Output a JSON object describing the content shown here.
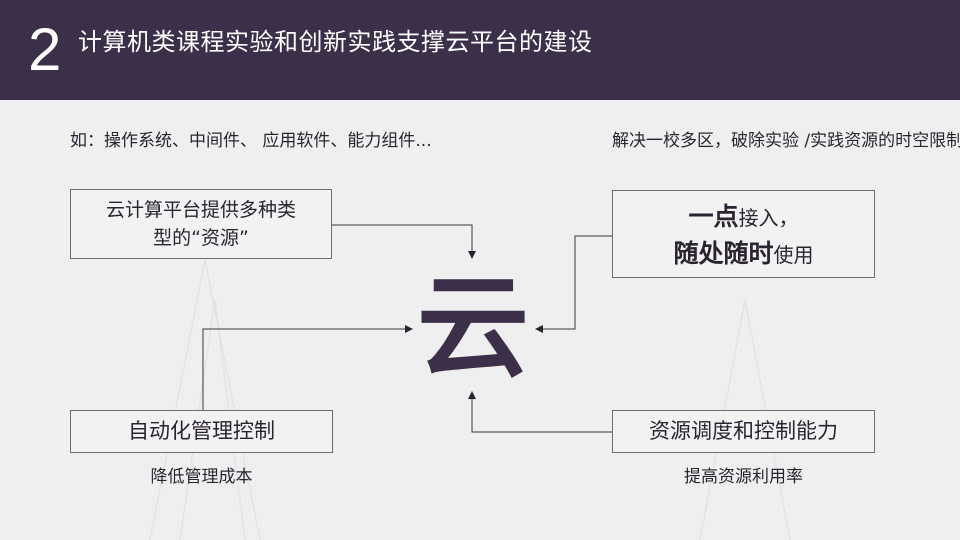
{
  "header": {
    "number": "2",
    "title": "计算机类课程实验和创新实践支撑云平台的建设"
  },
  "center": {
    "label": "云"
  },
  "top_left": {
    "note_line1": "如：操作系统、中间件、",
    "note_line2": "应用软件、能力组件...",
    "box_line1": "云计算平台提供多种类",
    "box_line2": "型的“资源”"
  },
  "top_right": {
    "note_line1": "解决一校多区，破除实验",
    "note_line2": "/实践资源的时空限制",
    "box_line1_bold": "一点",
    "box_line1_rest": "接入，",
    "box_line2_bold": "随处随时",
    "box_line2_rest": "使用"
  },
  "bottom_left": {
    "box_text": "自动化管理控制",
    "note": "降低管理成本"
  },
  "bottom_right": {
    "box_text": "资源调度和控制能力",
    "note": "提高资源利用率"
  },
  "colors": {
    "header_bg": "#3c2f4a",
    "accent": "#3c2f4a",
    "background": "#f0eff0"
  }
}
